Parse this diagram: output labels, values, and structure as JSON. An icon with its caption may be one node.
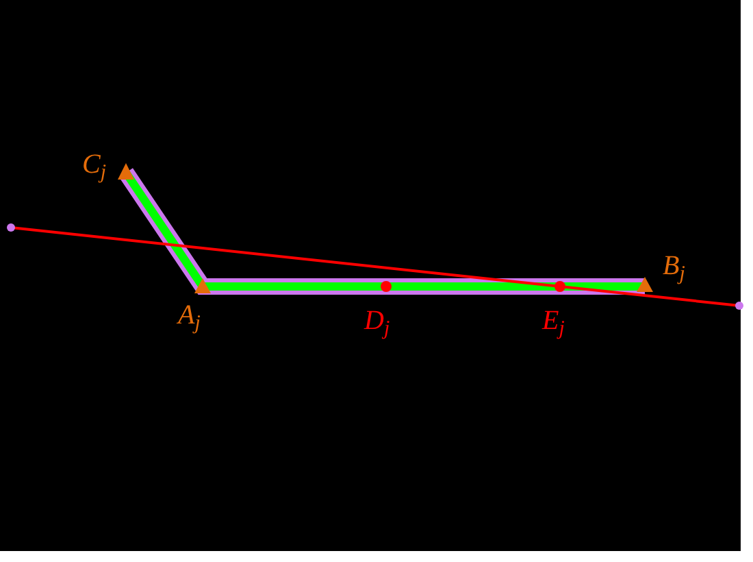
{
  "diagram": {
    "labels": [
      "C$_{j}$",
      "A$_{j}$",
      "D$_{j}$",
      "E$_{j}$",
      "B$_{j}$"
    ]
  }
}
